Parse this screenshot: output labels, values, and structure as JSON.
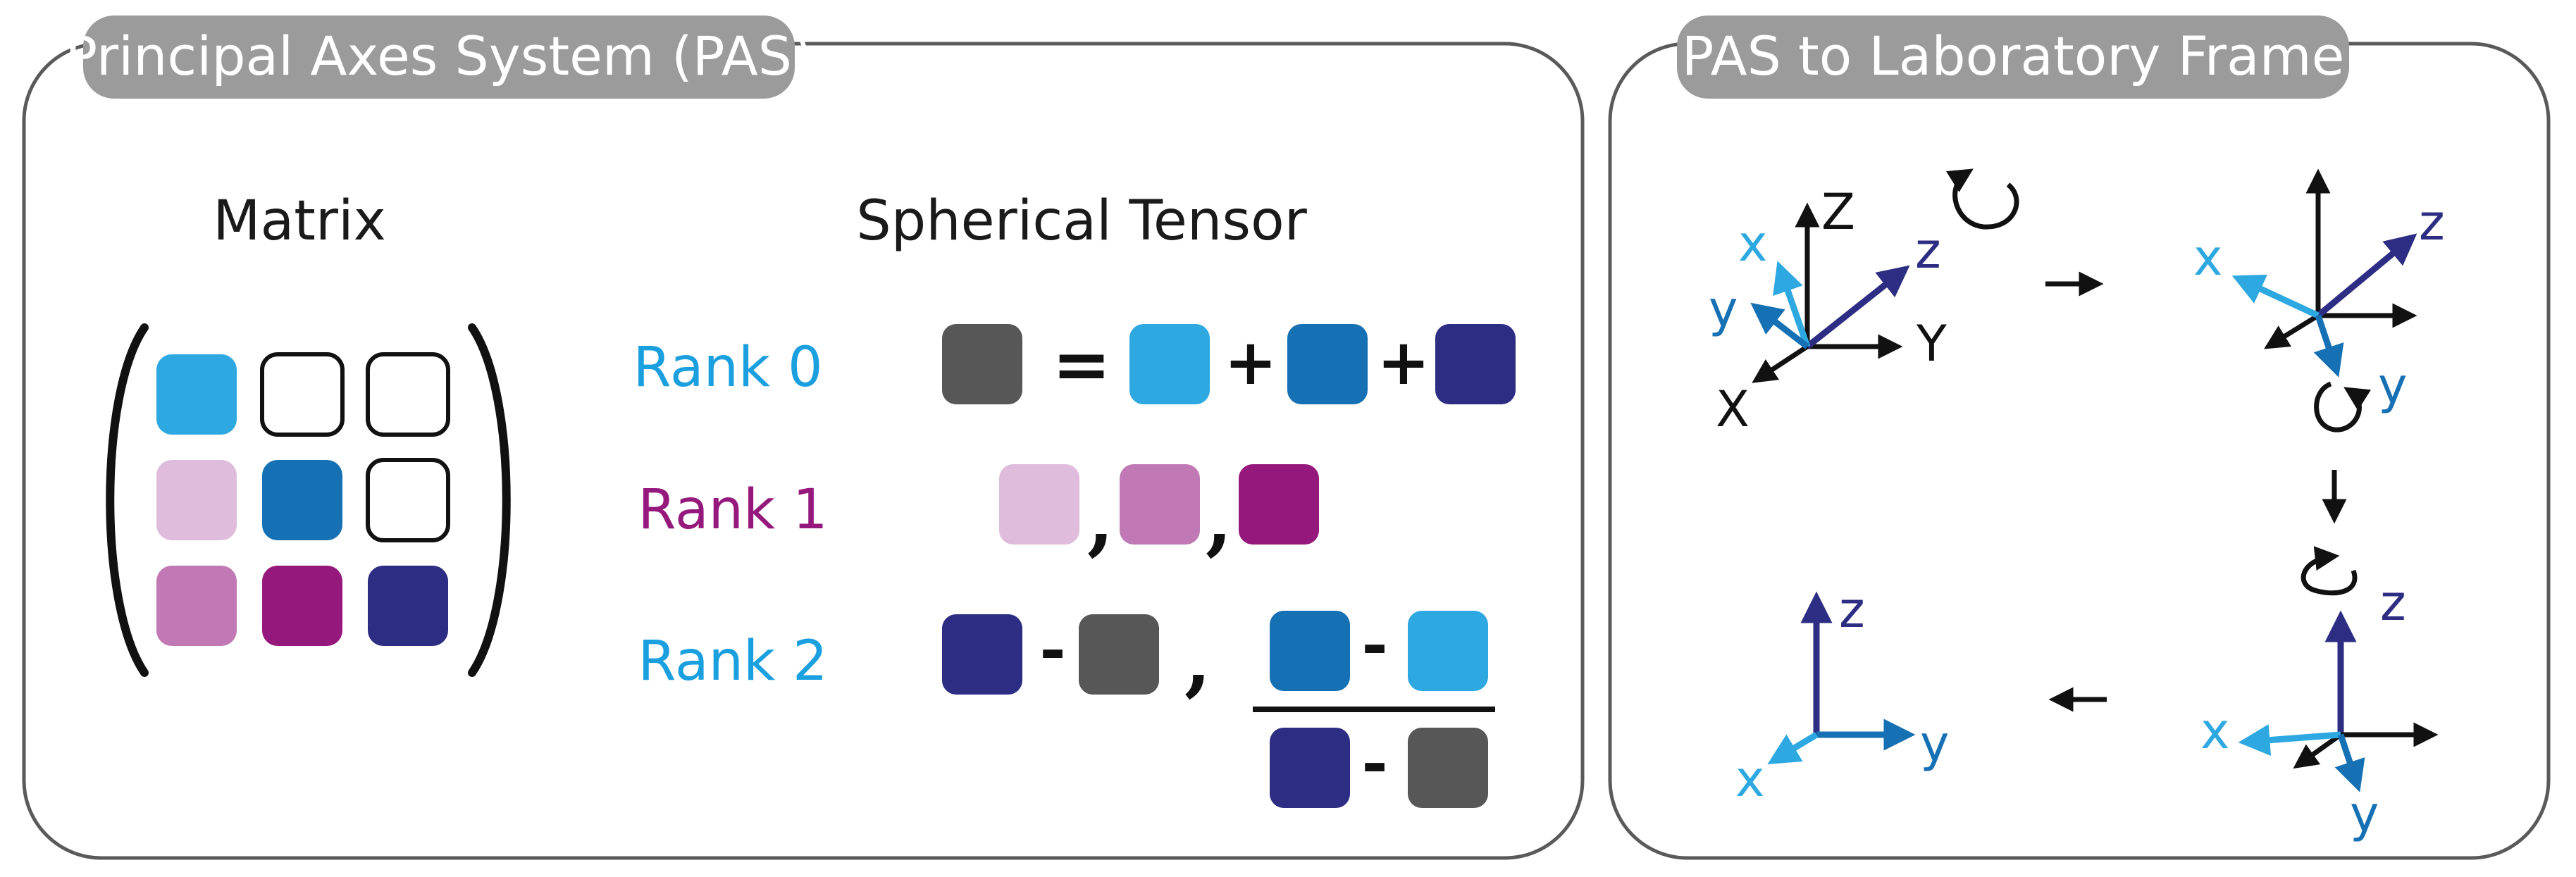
{
  "colors": {
    "gray": "#575757",
    "light_blue": "#2ea8e0",
    "mid_blue": "#1670b4",
    "navy": "#2d2e83",
    "light_pink": "#e0bcdc",
    "pink": "#c079b4",
    "magenta": "#95197c",
    "white": "#ffffff",
    "rank0": "#1a9fdf",
    "rank1": "#95197c",
    "rank2": "#1a9fdf",
    "lab_axes": "#111111",
    "panel_border": "#5a5a5a",
    "pill": "#9b9b9b"
  },
  "left_panel": {
    "title": "Principal Axes System (PAS)",
    "matrix_heading": "Matrix",
    "tensor_heading": "Spherical Tensor",
    "matrix_cells": [
      [
        "light_blue",
        "white",
        "white"
      ],
      [
        "light_pink",
        "mid_blue",
        "white"
      ],
      [
        "pink",
        "magenta",
        "navy"
      ]
    ],
    "rank0": {
      "label": "Rank 0",
      "lhs": "gray",
      "equals": "=",
      "terms": [
        "light_blue",
        "mid_blue",
        "navy"
      ],
      "plus": "+"
    },
    "rank1": {
      "label": "Rank 1",
      "components": [
        "light_pink",
        "pink",
        "magenta"
      ],
      "separator": ","
    },
    "rank2": {
      "label": "Rank 2",
      "first": [
        "navy",
        "gray"
      ],
      "minus": "-",
      "separator": ",",
      "fraction_numerator": [
        "mid_blue",
        "light_blue"
      ],
      "fraction_denominator": [
        "navy",
        "gray"
      ]
    }
  },
  "right_panel": {
    "title": "PAS to Laboratory Frame",
    "lab_labels": {
      "X": "X",
      "Y": "Y",
      "Z": "Z"
    },
    "pas_labels": {
      "x": "x",
      "y": "y",
      "z": "z"
    },
    "step_arrows": [
      "→",
      "↓",
      "←"
    ]
  }
}
